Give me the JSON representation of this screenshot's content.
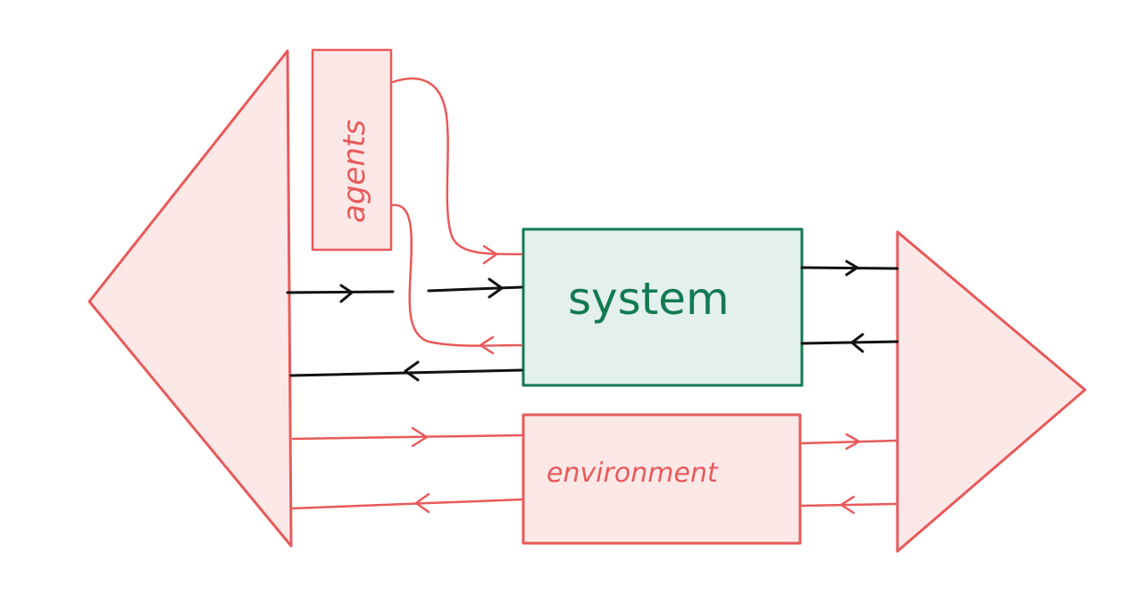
{
  "labels": {
    "agents": "agents",
    "system": "system",
    "environment": "environment"
  },
  "colors": {
    "red": "#e85a5a",
    "red_fill": "#fde8e8",
    "green": "#127a50",
    "green_fill": "#e3f0ee",
    "black": "#111111"
  }
}
